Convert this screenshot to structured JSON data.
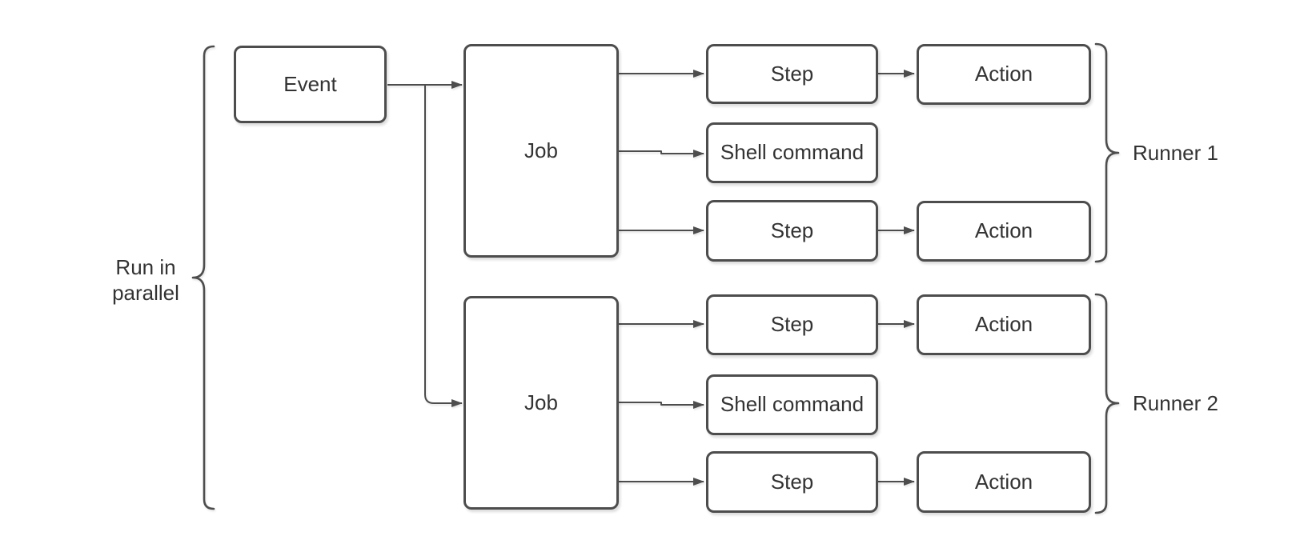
{
  "colors": {
    "node_border": "#4d4d4d",
    "node_fill": "#ffffff",
    "connector": "#4d4d4d",
    "text": "#333333",
    "background": "#ffffff"
  },
  "nodes": {
    "event": {
      "label": "Event"
    },
    "job_top": {
      "label": "Job"
    },
    "job_bottom": {
      "label": "Job"
    },
    "step1": {
      "label": "Step"
    },
    "shell1": {
      "label": "Shell command"
    },
    "step2": {
      "label": "Step"
    },
    "step3": {
      "label": "Step"
    },
    "shell2": {
      "label": "Shell command"
    },
    "step4": {
      "label": "Step"
    },
    "action1": {
      "label": "Action"
    },
    "action2": {
      "label": "Action"
    },
    "action3": {
      "label": "Action"
    },
    "action4": {
      "label": "Action"
    }
  },
  "annotations": {
    "parallel": "Run in parallel",
    "runner1": "Runner 1",
    "runner2": "Runner 2"
  }
}
